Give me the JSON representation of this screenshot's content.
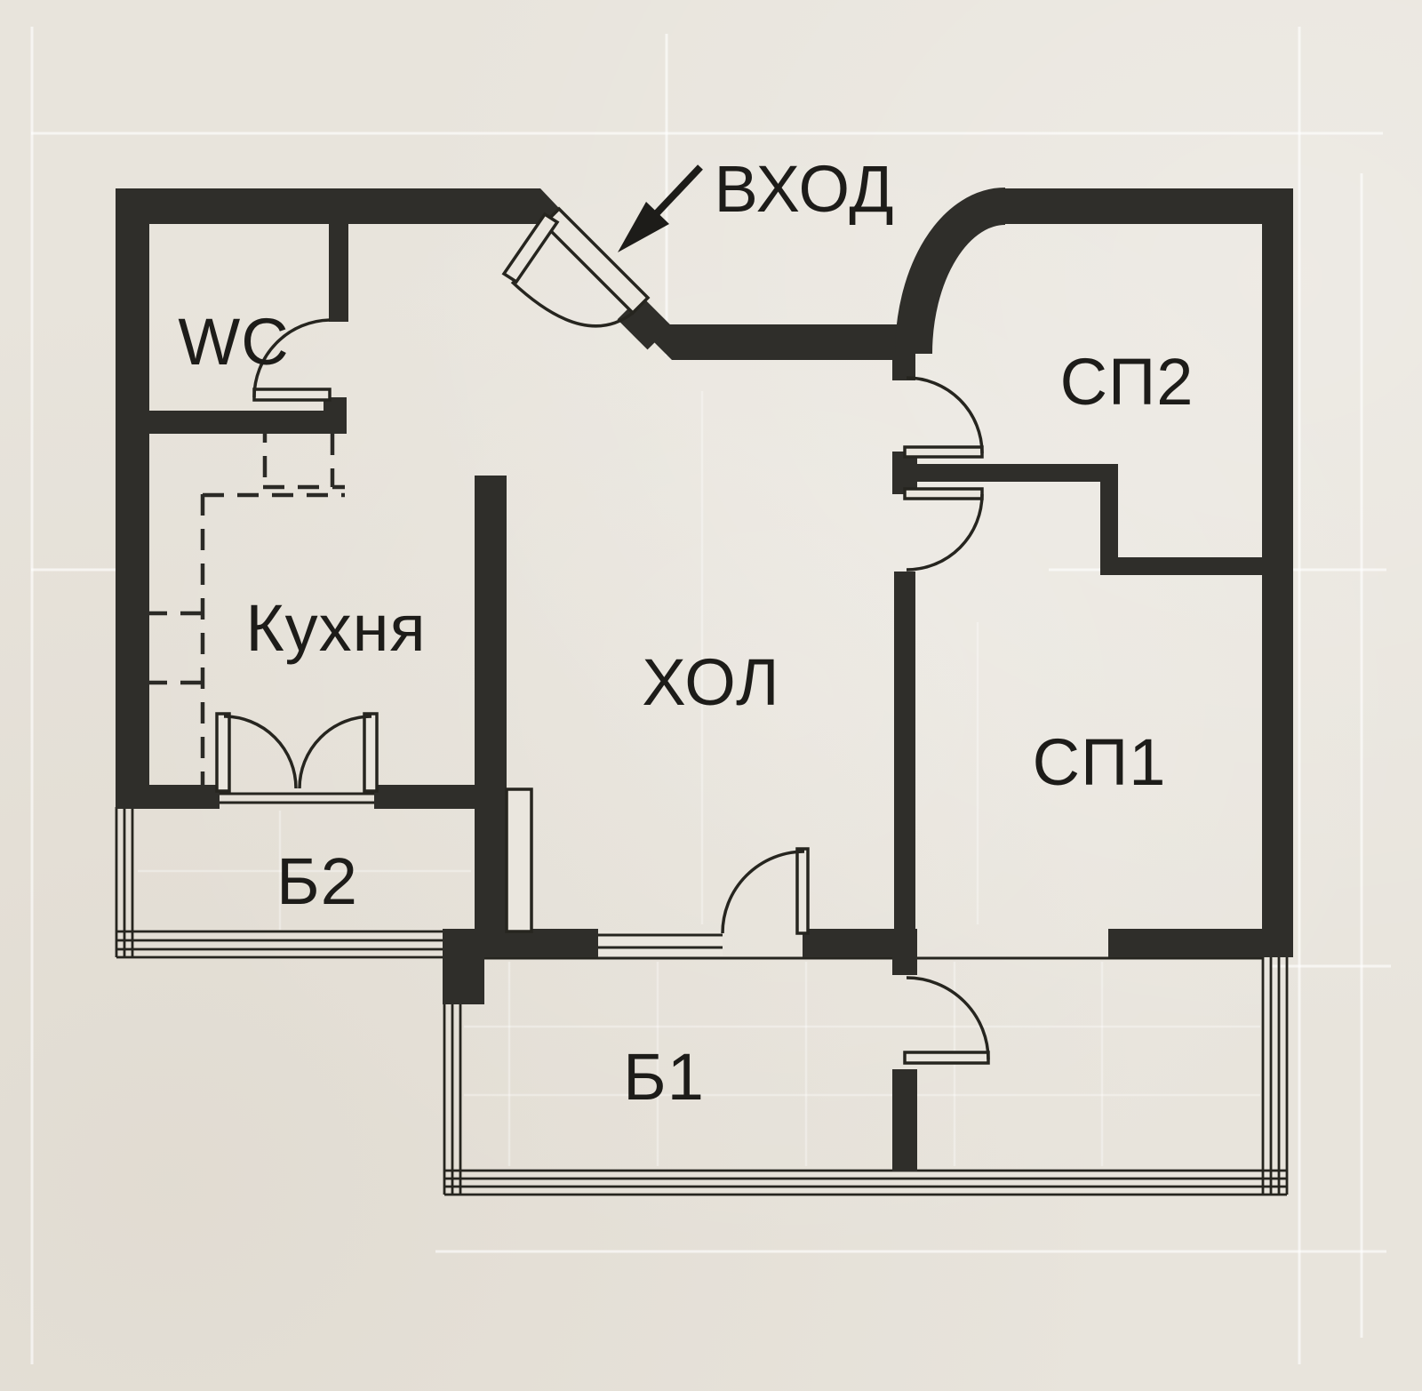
{
  "drawing": {
    "type": "apartment-floor-plan",
    "labels": {
      "entrance": "ВХОД",
      "wc": "WC",
      "bedroom2": "СП2",
      "kitchen": "Кухня",
      "hall": "ХОЛ",
      "bedroom1": "СП1",
      "balcony2": "Б2",
      "balcony1": "Б1"
    },
    "annotations": {
      "entrance_arrow": "arrow pointing to entrance door"
    },
    "colors": {
      "wall": "#2f2e2a",
      "paper": "#e8e4dc",
      "door_line": "#26251f",
      "grid_line": "#ffffff"
    }
  }
}
